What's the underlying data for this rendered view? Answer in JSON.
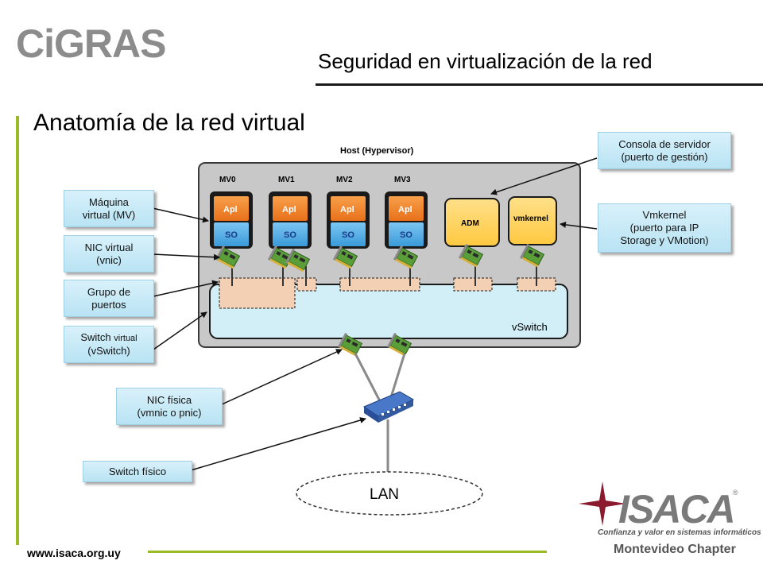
{
  "header": {
    "logo_text": "CiGRAS",
    "title": "Seguridad en virtualización de la red",
    "subtitle": "Anatomía de la red virtual"
  },
  "diagram": {
    "host_label": "Host (Hypervisor)",
    "vms": [
      {
        "name": "MV0",
        "app": "Apl",
        "os": "SO"
      },
      {
        "name": "MV1",
        "app": "Apl",
        "os": "SO"
      },
      {
        "name": "MV2",
        "app": "Apl",
        "os": "SO"
      },
      {
        "name": "MV3",
        "app": "Apl",
        "os": "SO"
      }
    ],
    "adm_label": "ADM",
    "vmkernel_label": "vmkernel",
    "vswitch_label": "vSwitch",
    "lan_label": "LAN"
  },
  "callouts": {
    "maquina_virtual": [
      "Máquina",
      "virtual (MV)"
    ],
    "nic_virtual": [
      "NIC virtual",
      "(vnic)"
    ],
    "grupo_puertos": [
      "Grupo de",
      "puertos"
    ],
    "switch_virtual_main": "Switch",
    "switch_virtual_small": "virtual",
    "switch_virtual_line2": "(vSwitch)",
    "nic_fisica": [
      "NIC física",
      "(vmnic o pnic)"
    ],
    "switch_fisico": "Switch físico",
    "consola": [
      "Consola de servidor",
      "(puerto de gestión)"
    ],
    "vmkernel": [
      "Vmkernel",
      "(puerto para IP",
      "Storage y VMotion)"
    ]
  },
  "footer": {
    "url": "www.isaca.org.uy",
    "isaca_logo": "ISACA",
    "isaca_tagline": "Confianza y valor en sistemas informáticos",
    "isaca_chapter": "Montevideo Chapter",
    "isaca_reg": "®"
  },
  "colors": {
    "accent_green": "#9bbb26",
    "callout_blue": "#c9ebf8",
    "app_orange": "#f58220",
    "os_blue": "#4faee8",
    "adm_yellow": "#ffd966",
    "portgroup_peach": "#f3cfb3",
    "host_gray": "#c8c8c8",
    "vswitch_blue": "#d2eef6",
    "nic_green": "#5a9e3a"
  }
}
